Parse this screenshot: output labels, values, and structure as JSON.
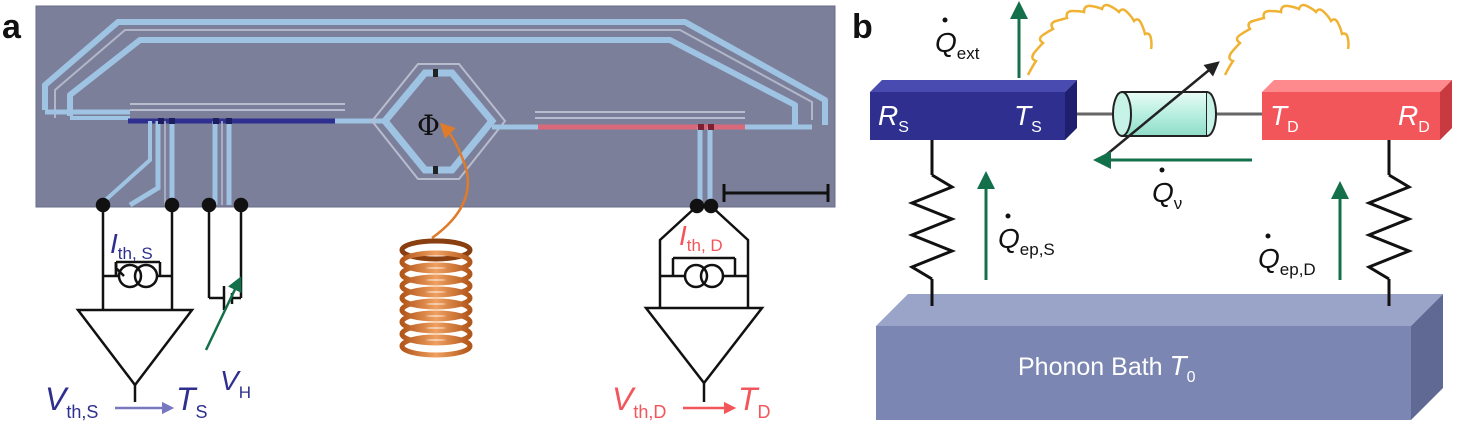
{
  "panel_a": {
    "label": "a",
    "flux_symbol": "Φ",
    "source_current_main": "I",
    "source_current_sub": "th, S",
    "drain_current_main": "I",
    "drain_current_sub": "th, D",
    "heater_voltage_main": "V",
    "heater_voltage_sub": "H",
    "source_voltage_main": "V",
    "source_voltage_sub": "th,S",
    "source_temp_main": "T",
    "source_temp_sub": "S",
    "drain_voltage_main": "V",
    "drain_voltage_sub": "th,D",
    "drain_temp_main": "T",
    "drain_temp_sub": "D"
  },
  "panel_b": {
    "label": "b",
    "q_ext_main": "Q",
    "q_ext_sub": "ext",
    "source_r_main": "R",
    "source_r_sub": "S",
    "source_t_main": "T",
    "source_t_sub": "S",
    "drain_t_main": "T",
    "drain_t_sub": "D",
    "drain_r_main": "R",
    "drain_r_sub": "D",
    "q_nu_main": "Q",
    "q_nu_sub": "ν",
    "q_eps_main": "Q",
    "q_eps_sub": "ep,S",
    "q_epd_main": "Q",
    "q_epd_sub": "ep,D",
    "bath_text": "Phonon Bath ",
    "bath_t_main": "T",
    "bath_t_sub": "0"
  },
  "colors": {
    "source_blue": "#2e2f8f",
    "drain_red": "#f2555a",
    "arrow_green": "#13704a",
    "coil_orange": "#e07b2a",
    "wave_yellow": "#f0b233",
    "bath": "#7b86b3",
    "micrograph": "#7b7f99",
    "wire": "#9fc3e2"
  }
}
